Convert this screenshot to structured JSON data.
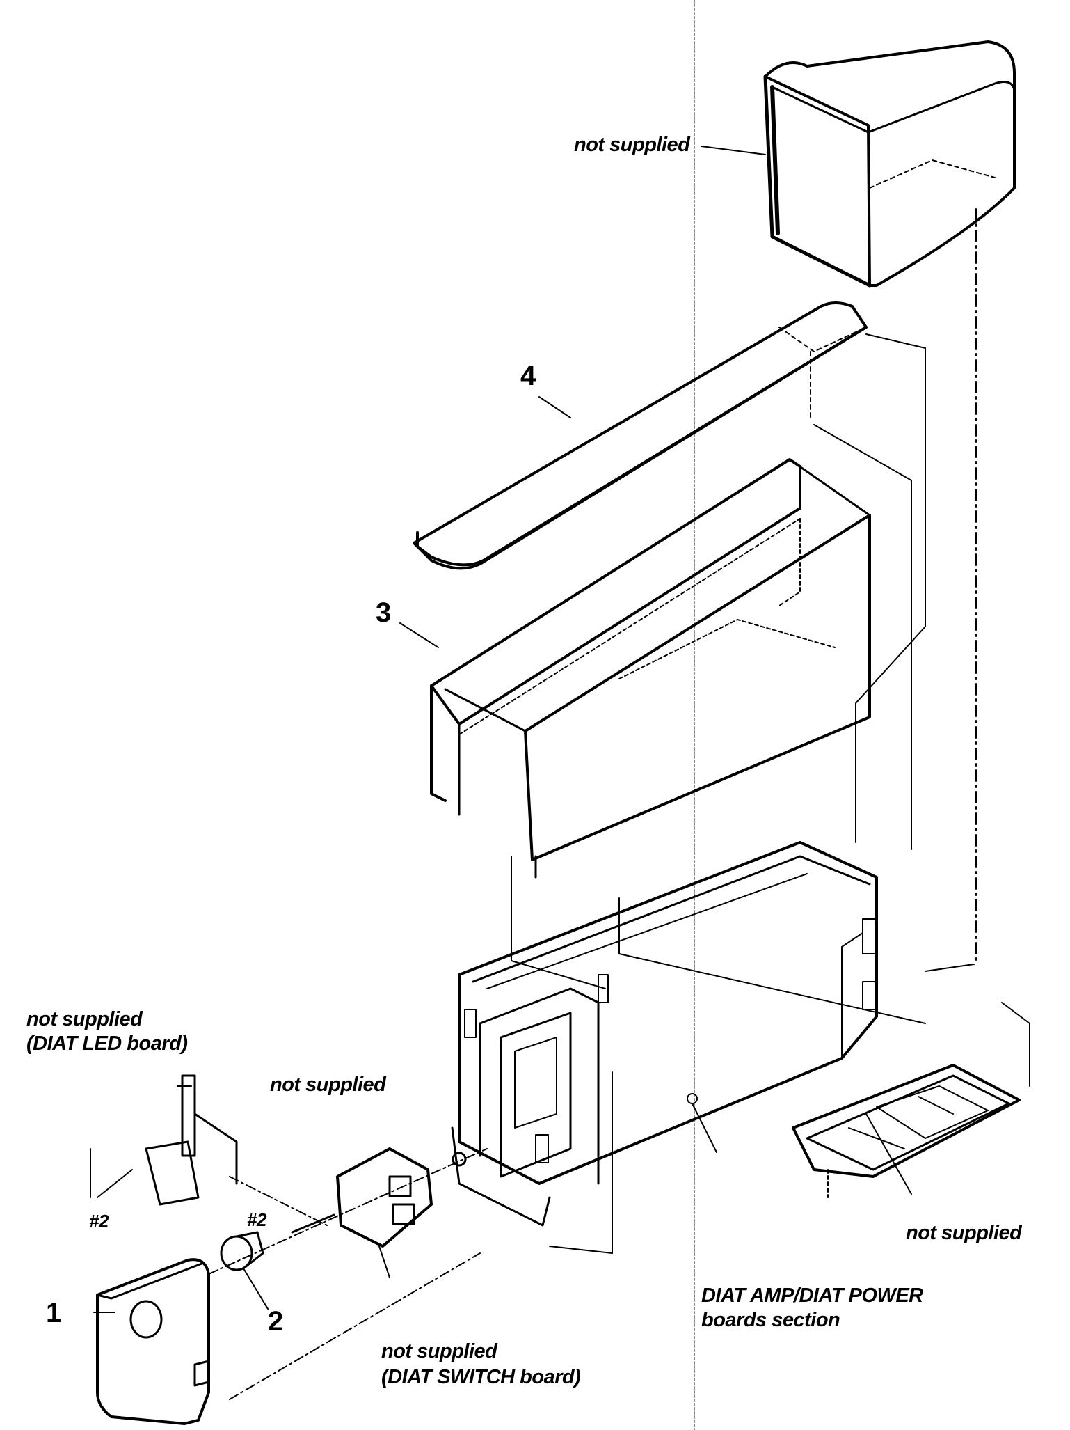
{
  "labels": {
    "not_supplied_cover": "not supplied",
    "not_supplied_led_1": "not supplied",
    "not_supplied_led_2": "(DIAT LED board)",
    "not_supplied_mid": "not supplied",
    "not_supplied_tray": "not supplied",
    "not_supplied_switch_1": "not supplied",
    "not_supplied_switch_2": "(DIAT SWITCH board)",
    "diat_amp_1": "DIAT AMP/DIAT POWER",
    "diat_amp_2": "boards section"
  },
  "part_numbers": {
    "p1": "1",
    "p2": "2",
    "p3": "3",
    "p4": "4"
  },
  "screw_labels": {
    "s1": "#2",
    "s2": "#2"
  }
}
